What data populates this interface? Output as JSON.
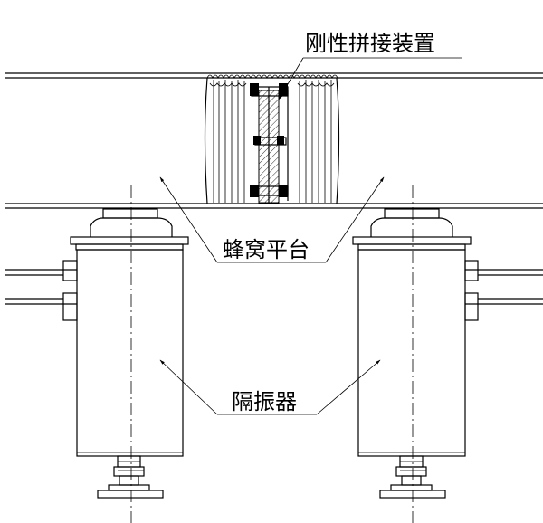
{
  "labels": {
    "rigid_splice": "刚性拼接装置",
    "honeycomb_platform": "蜂窝平台",
    "isolator": "隔振器"
  }
}
